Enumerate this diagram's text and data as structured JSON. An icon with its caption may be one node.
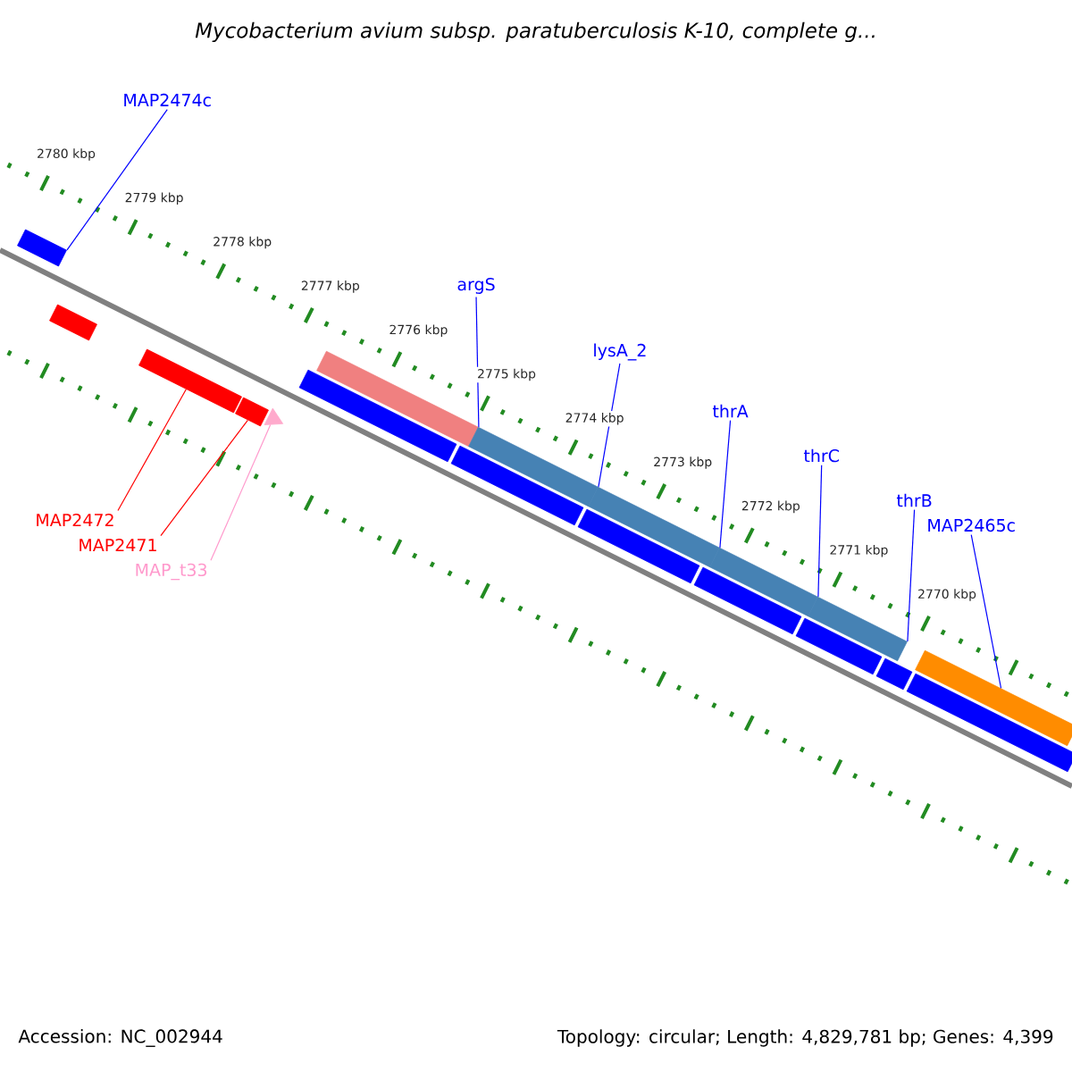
{
  "diagram": {
    "title": "Mycobacterium avium subsp. paratuberculosis K-10, complete g...",
    "nodes": [
      {
        "text": [
          "MAP2474c"
        ]
      },
      {
        "text": [
          "argS"
        ]
      },
      {
        "text": [
          "lysA_2"
        ]
      },
      {
        "text": [
          "thrA"
        ]
      },
      {
        "text": [
          "thrC"
        ]
      },
      {
        "text": [
          "thrB"
        ]
      },
      {
        "text": [
          "MAP2465c"
        ]
      },
      {
        "text": [
          "MAP2472"
        ]
      },
      {
        "text": [
          "MAP2471"
        ]
      },
      {
        "text": [
          "MAP_t33"
        ]
      },
      {
        "text": [],
        "shape": "bar"
      },
      {
        "text": [],
        "shape": "bar"
      },
      {
        "text": [],
        "shape": "bar"
      },
      {
        "text": [],
        "shape": "bar"
      },
      {
        "text": [],
        "shape": "triangle"
      },
      {
        "text": [],
        "shape": "bar"
      },
      {
        "text": [],
        "shape": "bar"
      },
      {
        "text": [],
        "shape": "bar"
      },
      {
        "text": [],
        "shape": "bar"
      },
      {
        "text": [],
        "shape": "bar"
      },
      {
        "text": [],
        "shape": "bar"
      },
      {
        "text": [],
        "shape": "bar"
      },
      {
        "text": [],
        "shape": "bar"
      },
      {
        "text": [],
        "shape": "bar"
      },
      {
        "text": [],
        "shape": "bar"
      },
      {
        "text": [],
        "shape": "bar"
      },
      {
        "text": [],
        "shape": "bar"
      },
      {
        "text": [],
        "shape": "bar"
      }
    ],
    "edges": [
      {
        "from": 0,
        "to": 10,
        "arrow": "none"
      },
      {
        "from": 1,
        "to": 15,
        "arrow": "none"
      },
      {
        "from": 2,
        "to": 16,
        "arrow": "none"
      },
      {
        "from": 3,
        "to": 17,
        "arrow": "none"
      },
      {
        "from": 4,
        "to": 18,
        "arrow": "none"
      },
      {
        "from": 5,
        "to": 19,
        "arrow": "none"
      },
      {
        "from": 6,
        "to": 20,
        "arrow": "none"
      },
      {
        "from": 7,
        "to": 12,
        "arrow": "none",
        "color": "#ff0000"
      },
      {
        "from": 8,
        "to": 13,
        "arrow": "none",
        "color": "#ff0000"
      },
      {
        "from": 9,
        "to": 14,
        "arrow": "none",
        "color": "#ff99cc"
      }
    ],
    "labels": [
      "2780 kbp",
      "2779 kbp",
      "2778 kbp",
      "2777 kbp",
      "2776 kbp",
      "2775 kbp",
      "2774 kbp",
      "2773 kbp",
      "2772 kbp",
      "2771 kbp",
      "2770 kbp",
      "Accession: NC_002944",
      "Topology: circular; Length: 4,829,781 bp; Genes: 4,399"
    ]
  }
}
